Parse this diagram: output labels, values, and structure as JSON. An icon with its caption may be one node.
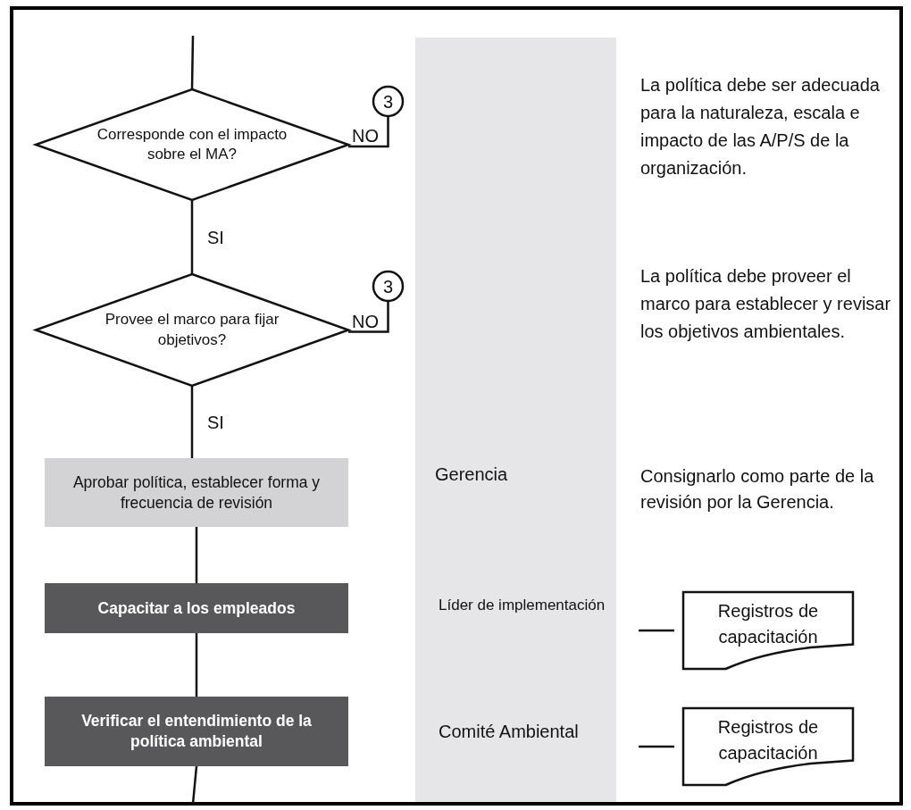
{
  "diagram": {
    "nodes": [
      {
        "text": [
          "Corresponde con el impacto sobre el MA?"
        ]
      },
      {
        "text": [
          "3"
        ]
      },
      {
        "text": [
          "Provee el marco para fijar objetivos?"
        ]
      },
      {
        "text": [
          "3"
        ]
      },
      {
        "text": [
          "Aprobar política, establecer forma y frecuencia de revisión"
        ]
      },
      {
        "text": [
          "Capacitar a los empleados"
        ]
      },
      {
        "text": [
          "Verificar el entendimiento de la política ambiental"
        ]
      },
      {
        "text": [
          "Registros de capacitación"
        ]
      },
      {
        "text": [
          "Registros de capacitación"
        ]
      }
    ],
    "edges": [
      {
        "from": null,
        "to": 0,
        "arrow": "none"
      },
      {
        "from": 0,
        "to": 1,
        "label": "NO",
        "arrow": "none"
      },
      {
        "from": 0,
        "to": 2,
        "label": "SI",
        "arrow": "none"
      },
      {
        "from": 2,
        "to": 3,
        "label": "NO",
        "arrow": "none"
      },
      {
        "from": 2,
        "to": 4,
        "label": "SI",
        "arrow": "none"
      },
      {
        "from": 4,
        "to": 5,
        "arrow": "none"
      },
      {
        "from": 5,
        "to": 6,
        "arrow": "none"
      },
      {
        "from": 6,
        "to": null,
        "arrow": "none"
      },
      {
        "from": null,
        "to": 7,
        "arrow": "none"
      },
      {
        "from": null,
        "to": 8,
        "arrow": "none"
      }
    ],
    "labels": [
      "La política debe ser adecuada para la naturaleza, escala e impacto de las A/P/S de la organización.",
      "La política debe proveer el marco para establecer y revisar los objetivos ambientales.",
      "Gerencia",
      "Consignarlo como parte de la revisión por la Gerencia.",
      "Líder de implementación",
      "Comité Ambiental"
    ]
  }
}
